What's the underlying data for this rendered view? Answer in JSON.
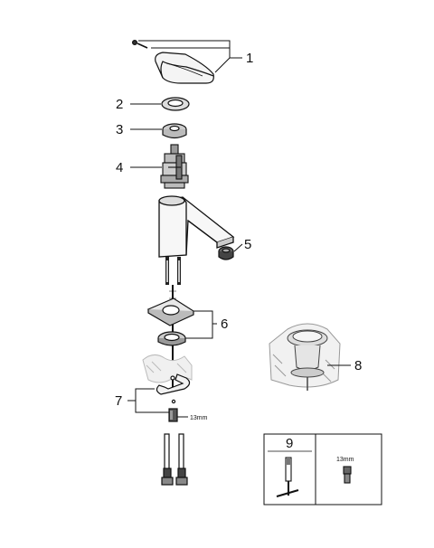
{
  "callouts": {
    "c1": "1",
    "c2": "2",
    "c3": "3",
    "c4": "4",
    "c5": "5",
    "c6": "6",
    "c7": "7",
    "c8": "8",
    "c9": "9"
  },
  "wrench_size_main": "13mm",
  "inset": {
    "wrench_size": "13mm"
  }
}
